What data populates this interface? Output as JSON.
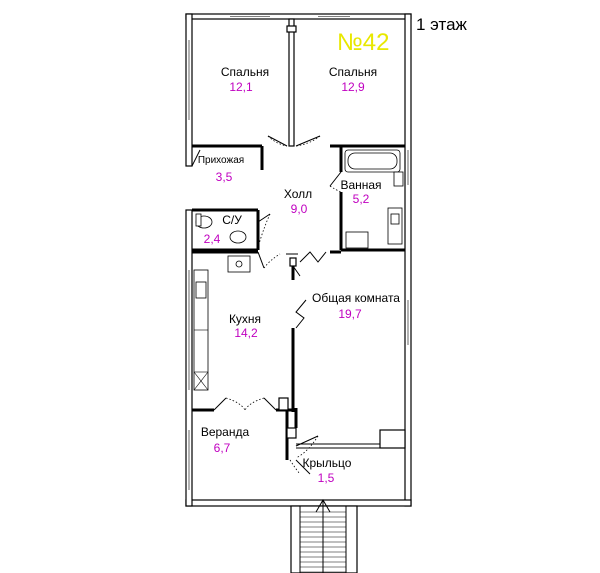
{
  "header": {
    "floor": "1 этаж",
    "unit_number": "№42"
  },
  "colors": {
    "wall": "#000000",
    "area_text": "#c000c0",
    "unit_number": "#e8e800",
    "background": "#ffffff"
  },
  "rooms": [
    {
      "name": "Спальня",
      "area": "12,1"
    },
    {
      "name": "Спальня",
      "area": "12,9"
    },
    {
      "name": "Прихожая",
      "area": "3,5"
    },
    {
      "name": "Холл",
      "area": "9,0"
    },
    {
      "name": "Ванная",
      "area": "5,2"
    },
    {
      "name": "С/У",
      "area": "2,4"
    },
    {
      "name": "Кухня",
      "area": "14,2"
    },
    {
      "name": "Общая комната",
      "area": "19,7"
    },
    {
      "name": "Веранда",
      "area": "6,7"
    },
    {
      "name": "Крыльцо",
      "area": "1,5"
    }
  ]
}
